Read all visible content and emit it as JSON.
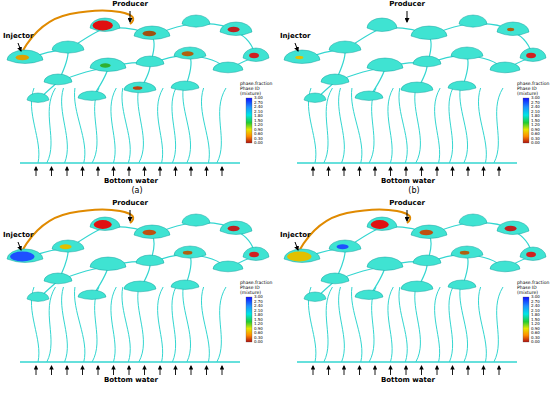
{
  "diagram": {
    "labels": [
      "Producer",
      "Injector",
      "Bottom water",
      "phase.fraction Phase ID (mixture)",
      "3.00",
      "2.70",
      "2.40",
      "2.10",
      "1.80",
      "1.50",
      "1.20",
      "0.90",
      "0.60",
      "0.30",
      "0.00",
      "(a)",
      "Producer",
      "Injector",
      "Bottom water",
      "phase.fraction Phase ID (mixture)",
      "3.00",
      "2.70",
      "2.40",
      "2.10",
      "1.80",
      "1.50",
      "1.20",
      "0.90",
      "0.60",
      "0.30",
      "0.00",
      "(b)",
      "Producer",
      "Injector",
      "Bottom water",
      "phase.fraction Phase ID (mixture)",
      "3.00",
      "2.70",
      "2.40",
      "2.10",
      "1.80",
      "1.50",
      "1.20",
      "0.90",
      "0.60",
      "0.30",
      "0.00",
      "Producer",
      "Injector",
      "Bottom water",
      "phase.fraction Phase ID (mixture)",
      "3.00",
      "2.70",
      "2.40",
      "2.10",
      "1.80",
      "1.50",
      "1.20",
      "0.90",
      "0.60",
      "0.30",
      "0.00"
    ]
  }
}
